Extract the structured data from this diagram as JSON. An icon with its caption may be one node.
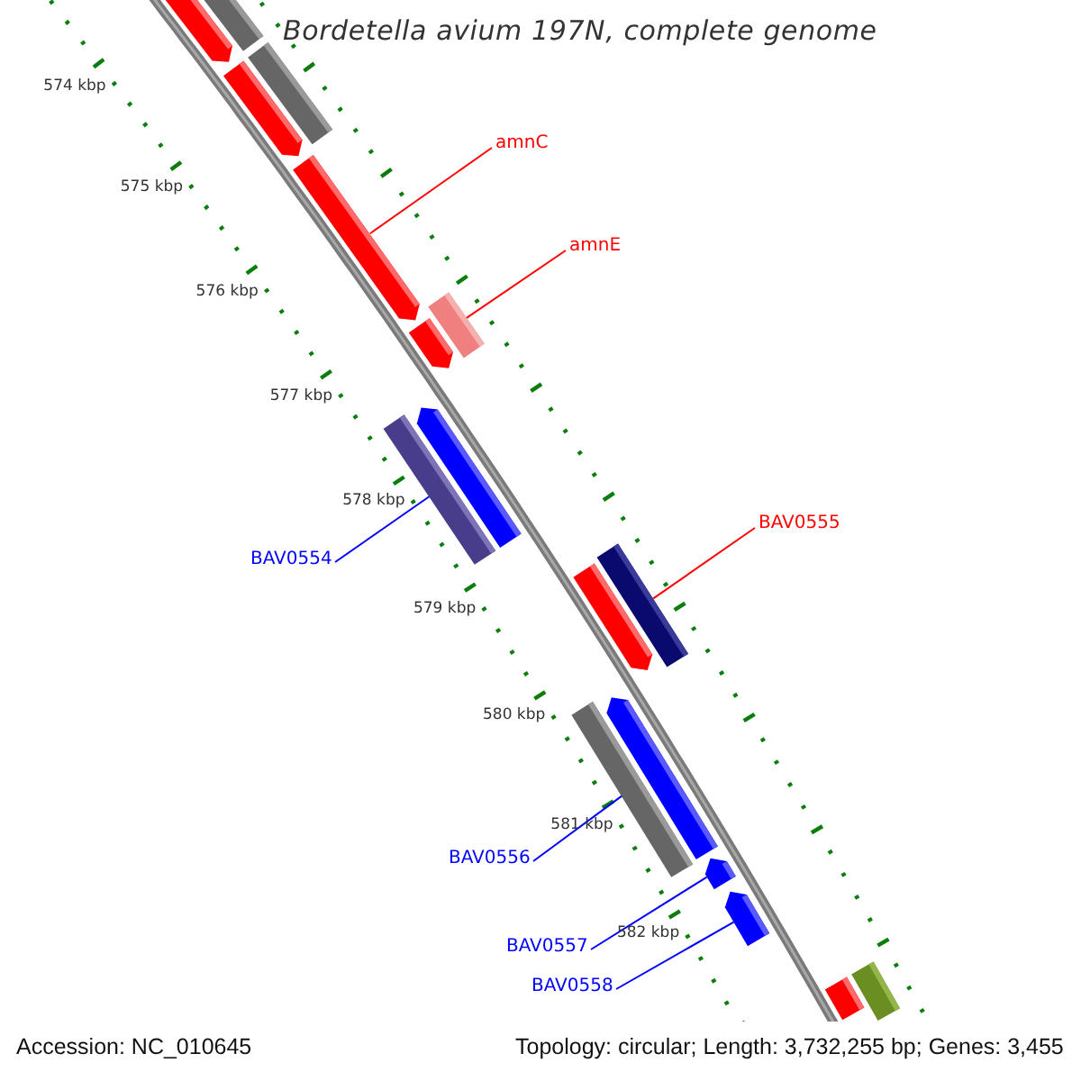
{
  "diagram": {
    "title": "Bordetella avium 197N, complete genome",
    "nodes": [
      {
        "text": [],
        "shape": "bar"
      },
      {
        "text": [],
        "shape": "bar"
      },
      {
        "text": [],
        "shape": "bar"
      },
      {
        "text": [],
        "shape": "bar"
      },
      {
        "text": [
          "amnC"
        ]
      },
      {
        "text": [],
        "shape": "bar"
      },
      {
        "text": [
          "amnE"
        ]
      },
      {
        "text": [],
        "shape": "bar"
      },
      {
        "text": [],
        "shape": "bar"
      },
      {
        "text": [],
        "shape": "bar"
      },
      {
        "text": [],
        "shape": "bar"
      },
      {
        "text": [
          "BAV0555"
        ]
      },
      {
        "text": [
          "BAV0554"
        ]
      },
      {
        "text": [],
        "shape": "bar"
      },
      {
        "text": [],
        "shape": "bar"
      },
      {
        "text": [],
        "shape": "bar"
      },
      {
        "text": [],
        "shape": "bar"
      },
      {
        "text": [
          "BAV0556"
        ]
      },
      {
        "text": [],
        "shape": "bar"
      },
      {
        "text": [
          "BAV0557"
        ]
      },
      {
        "text": [],
        "shape": "bar"
      },
      {
        "text": [
          "BAV0558"
        ]
      },
      {
        "text": [],
        "shape": "bar"
      },
      {
        "text": [],
        "shape": "bar"
      }
    ],
    "edges": [
      {
        "from": 4,
        "to": 5,
        "arrow": "none",
        "color": "#ff0000"
      },
      {
        "from": 6,
        "to": 7,
        "arrow": "none",
        "color": "#ff0000"
      },
      {
        "from": 11,
        "to": 14,
        "arrow": "none",
        "color": "#ff0000"
      },
      {
        "from": 12,
        "to": 10,
        "arrow": "none"
      },
      {
        "from": 17,
        "to": 15,
        "arrow": "none"
      },
      {
        "from": 19,
        "to": 18,
        "arrow": "none"
      },
      {
        "from": 21,
        "to": 20,
        "arrow": "none"
      }
    ],
    "labels": [
      "574 kbp",
      "575 kbp",
      "576 kbp",
      "577 kbp",
      "578 kbp",
      "579 kbp",
      "580 kbp",
      "581 kbp",
      "582 kbp",
      "Accession: NC_010645",
      "Topology: circular; Length: 3,732,255 bp; Genes: 3,455"
    ]
  }
}
